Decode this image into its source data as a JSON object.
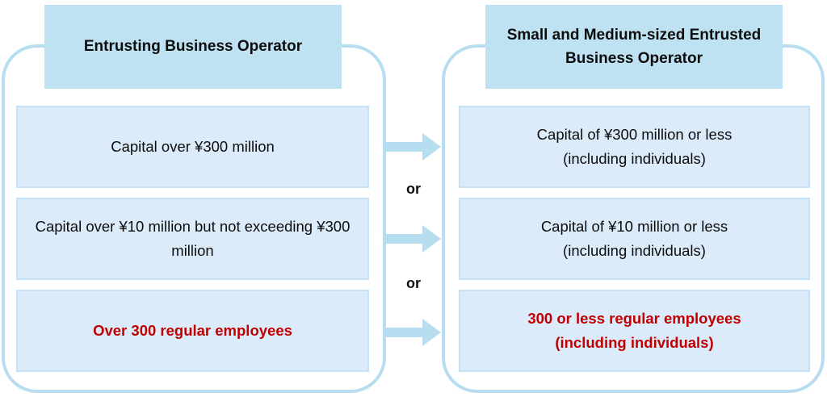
{
  "diagram": {
    "left_group": {
      "header": "Entrusting Business Operator",
      "criteria": [
        {
          "text": "Capital over ¥300 million",
          "highlight": false
        },
        {
          "text": "Capital over ¥10 million but not exceeding ¥300 million",
          "highlight": false
        },
        {
          "text": "Over 300 regular employees",
          "highlight": true
        }
      ]
    },
    "right_group": {
      "header": "Small and Medium-sized Entrusted Business Operator",
      "criteria": [
        {
          "line1": "Capital of ¥300 million or less",
          "line2": "(including individuals)",
          "highlight": false
        },
        {
          "line1": "Capital of ¥10 million or less",
          "line2": "(including individuals)",
          "highlight": false
        },
        {
          "line1": "300 or less regular employees",
          "line2": "(including individuals)",
          "highlight": true
        }
      ]
    },
    "connectors": {
      "or_labels": [
        "or",
        "or"
      ],
      "arrow_count": 3
    },
    "colors": {
      "header_fill": "#bee2f2",
      "box_fill": "#dcebfa",
      "box_border": "#c6e2f5",
      "frame_border": "#b7def0",
      "arrow_fill": "#b7def0",
      "text": "#0d0d0d",
      "highlight_text": "#c00000"
    }
  }
}
